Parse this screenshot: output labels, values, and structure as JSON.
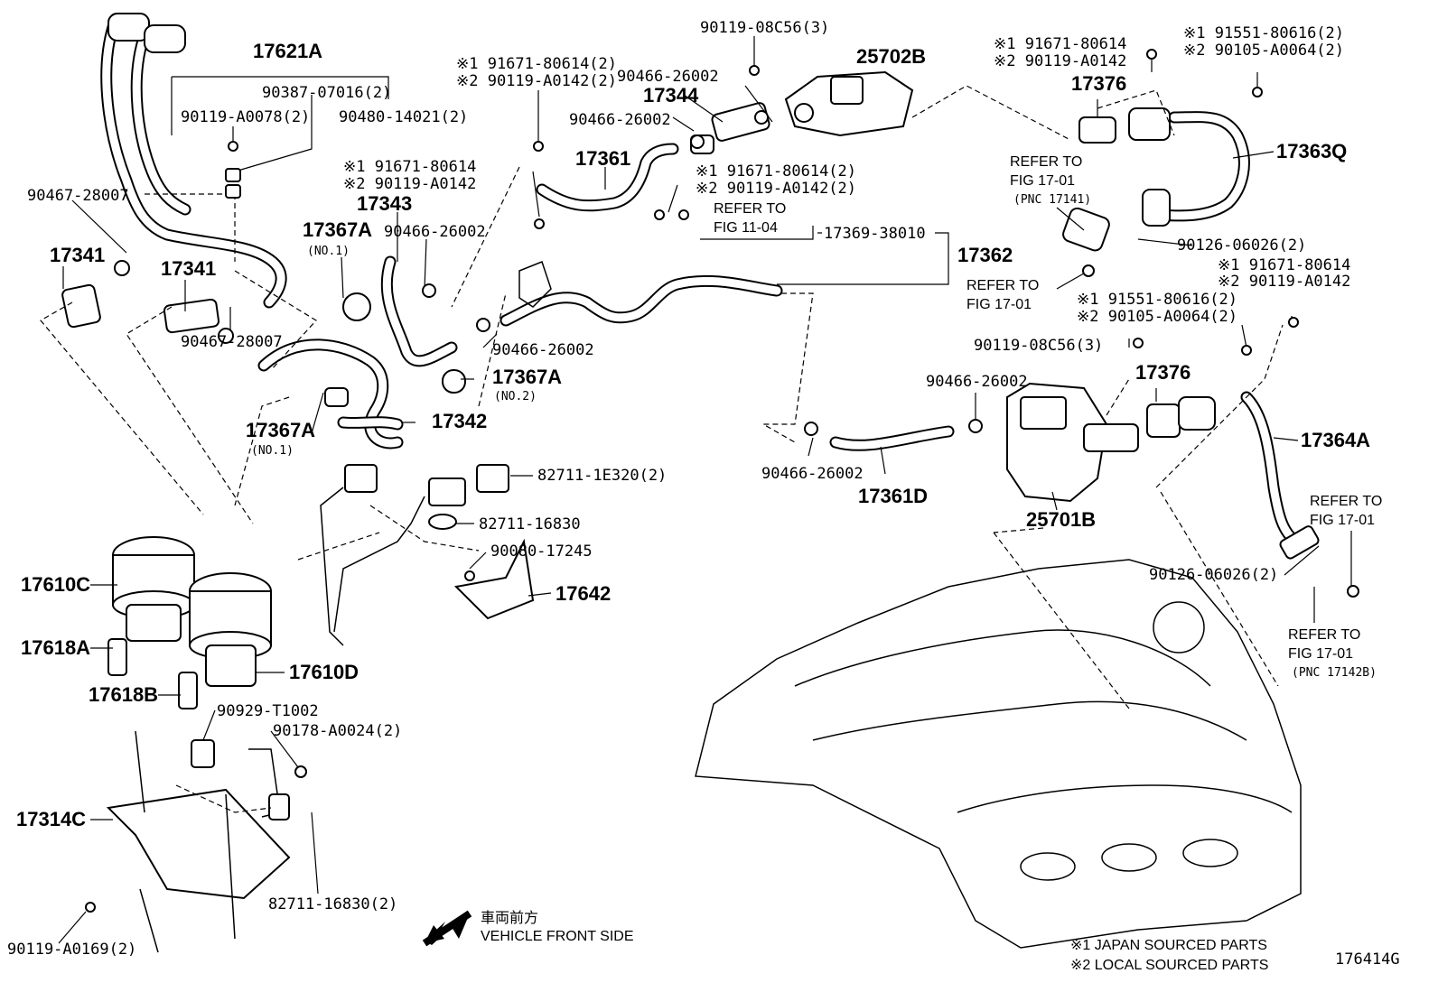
{
  "labels": {
    "p17621A": "17621A",
    "p90387": "90387-07016(2)",
    "p90119a0078": "90119-A0078(2)",
    "p90480": "90480-14021(2)",
    "p90467a": "90467-28007",
    "p17341a": "17341",
    "p17341b": "17341",
    "p90467b": "90467-28007",
    "j1a": "※1 91671-80614(2)",
    "j2a": "※2 90119-A0142(2)",
    "p08c56top": "90119-08C56(3)",
    "p90466a": "90466-26002",
    "p17344": "17344",
    "p90466b": "90466-26002",
    "p25702B": "25702B",
    "p17361": "17361",
    "j1b": "※1 91671-80614",
    "j2b": "※2 90119-A0142",
    "p17343": "17343",
    "p17367A_1": "17367A",
    "no1a": "(NO.1)",
    "p90466c": "90466-26002",
    "j1c": "※1 91671-80614(2)",
    "j2c": "※2 90119-A0142(2)",
    "ref1104a": "REFER TO",
    "ref1104b": "FIG 11-04",
    "p17369": "17369-38010",
    "p17362": "17362",
    "p90466d": "90466-26002",
    "p17367A_2": "17367A",
    "no2": "(NO.2)",
    "p17367A_3": "17367A",
    "no1b": "(NO.1)",
    "p17342": "17342",
    "j1d": "※1 91671-80614",
    "j2d": "※2 90119-A0142",
    "j1e": "※1 91551-80616(2)",
    "j2e": "※2 90105-A0064(2)",
    "p17376a": "17376",
    "p17363Q": "17363Q",
    "ref1701a1": "REFER TO",
    "ref1701a2": "FIG 17-01",
    "ref1701a3": "(PNC 17141)",
    "p90126a": "90126-06026(2)",
    "ref1701b1": "REFER TO",
    "ref1701b2": "FIG 17-01",
    "j1f": "※1 91671-80614",
    "j2f": "※2 90119-A0142",
    "j1g": "※1 91551-80616(2)",
    "j2g": "※2 90105-A0064(2)",
    "p08c56mid": "90119-08C56(3)",
    "p17376b": "17376",
    "p90466e": "90466-26002",
    "p17364A": "17364A",
    "p90466f": "90466-26002",
    "p17361D": "17361D",
    "p25701B": "25701B",
    "ref1701c1": "REFER TO",
    "ref1701c2": "FIG 17-01",
    "p90126b": "90126-06026(2)",
    "ref1701d1": "REFER TO",
    "ref1701d2": "FIG 17-01",
    "ref1701d3": "(PNC 17142B)",
    "p82711e320": "82711-1E320(2)",
    "p82711_16830": "82711-16830",
    "p90080": "90080-17245",
    "p17642": "17642",
    "p17610C": "17610C",
    "p17618A": "17618A",
    "p17610D": "17610D",
    "p17618B": "17618B",
    "p90929": "90929-T1002",
    "p90178": "90178-A0024(2)",
    "p17314C": "17314C",
    "p82711_16830_2": "82711-16830(2)",
    "p90119a0169": "90119-A0169(2)",
    "front_jp": "車両前方",
    "front_en": "VEHICLE FRONT SIDE",
    "legend1": "※1 JAPAN SOURCED PARTS",
    "legend2": "※2 LOCAL SOURCED PARTS",
    "fig_id": "176414G"
  }
}
